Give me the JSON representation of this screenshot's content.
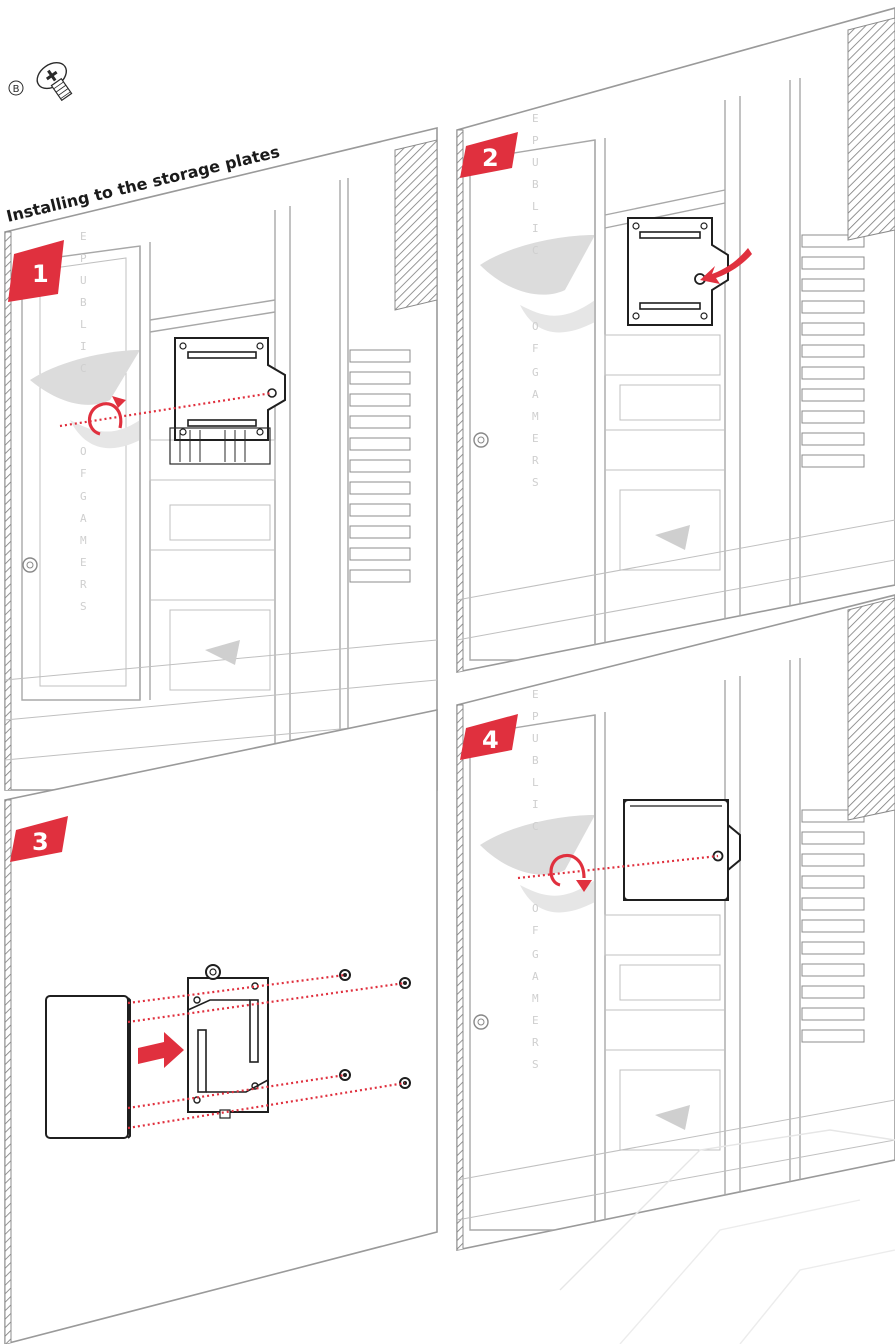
{
  "screw_callout": {
    "label": "B",
    "icon": "screw-icon"
  },
  "title": "Installing to the storage plates",
  "steps": [
    {
      "number": "1",
      "icon": "rotate-arrow-icon"
    },
    {
      "number": "2",
      "icon": "push-arrow-icon"
    },
    {
      "number": "3",
      "icon": "slide-arrow-icon"
    },
    {
      "number": "4",
      "icon": "rotate-arrow-icon"
    }
  ],
  "logo_letters": [
    "E",
    "P",
    "U",
    "B",
    "L",
    "I",
    "C",
    "O",
    "F",
    "G",
    "A",
    "M",
    "E",
    "R",
    "S"
  ],
  "colors": {
    "accent": "#e0303e",
    "line": "#a8a8a8",
    "dark": "#1f1f1f"
  }
}
